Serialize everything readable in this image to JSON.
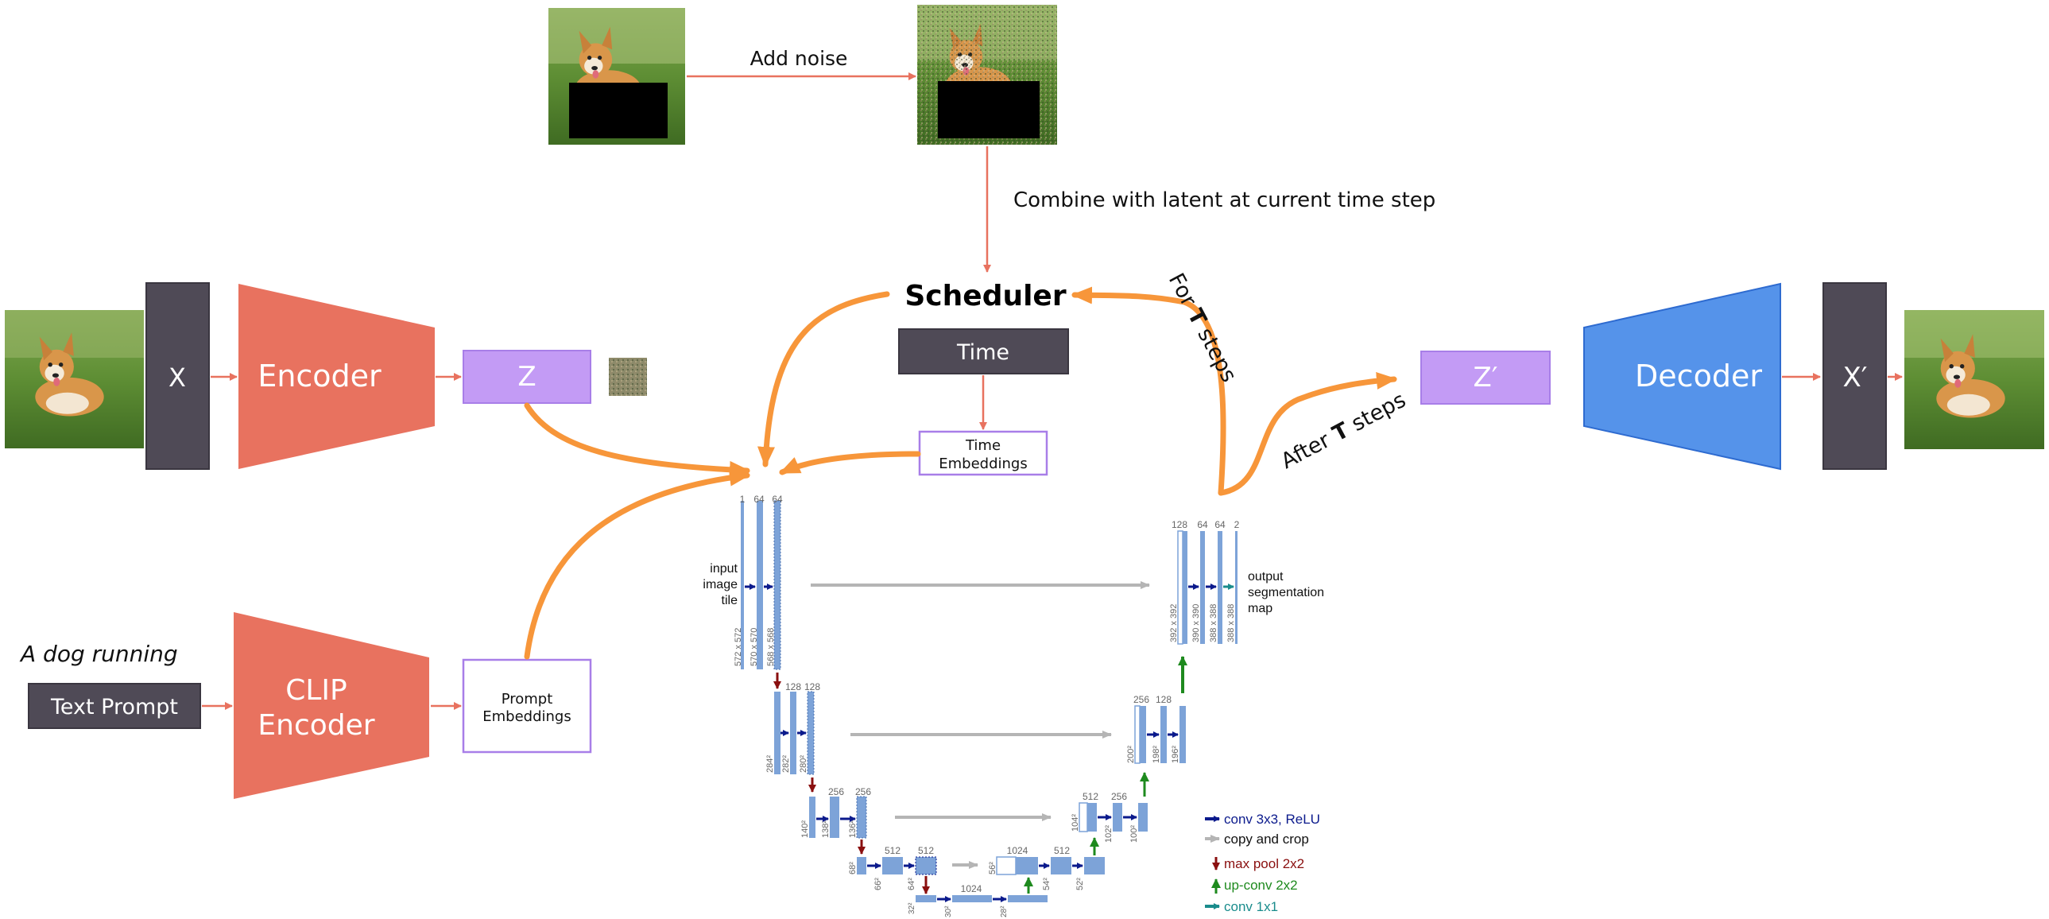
{
  "colors": {
    "salmon": "#E8725F",
    "dark_box": "#4F4A56",
    "purple": "#C39BF5",
    "purple_border": "#A87EE8",
    "blue": "#5593EA",
    "orange": "#F7963A",
    "unet_blue": "#7DA3D8",
    "unet_arrow": "#0B1A8C",
    "pool_red": "#8A0F0F",
    "upconv_green": "#1E8A1E",
    "gray_arrow": "#B5B5B5",
    "teal": "#1A8C8C"
  },
  "noise_step": {
    "add_noise": "Add noise",
    "combine": "Combine with latent at current time step"
  },
  "scheduler": {
    "title": "Scheduler",
    "time": "Time",
    "time_embeddings_line1": "Time",
    "time_embeddings_line2": "Embeddings",
    "for_t_steps_pre": "For ",
    "for_t_steps_bold": "T",
    "for_t_steps_post": " steps",
    "after_t_steps_pre": "After ",
    "after_t_steps_bold": "T",
    "after_t_steps_post": " steps"
  },
  "encoder_path": {
    "x_label": "X",
    "encoder": "Encoder",
    "z_label": "Z"
  },
  "decoder_path": {
    "z_prime": "Z′",
    "decoder": "Decoder",
    "x_prime": "X′"
  },
  "text_path": {
    "prompt": "A dog running",
    "text_prompt": "Text Prompt",
    "clip_line1": "CLIP",
    "clip_line2": "Encoder",
    "prompt_emb_line1": "Prompt",
    "prompt_emb_line2": "Embeddings"
  },
  "unet": {
    "input_line1": "input",
    "input_line2": "image",
    "input_line3": "tile",
    "output_line1": "output",
    "output_line2": "segmentation",
    "output_line3": "map",
    "ch": {
      "l1a": "1",
      "l1b": "64",
      "l1c": "64",
      "l2a": "128",
      "l2b": "128",
      "l3a": "256",
      "l3b": "256",
      "l4a": "512",
      "l4b": "512",
      "l5": "1024",
      "u4a": "1024",
      "u4b": "512",
      "u3a": "512",
      "u3b": "256",
      "u2a": "256",
      "u2b": "128",
      "u1a": "128",
      "u1b": "64",
      "u1c": "64",
      "u1d": "2"
    },
    "sz": {
      "l1a": "572 x 572",
      "l1b": "570 x 570",
      "l1c": "568 x 568",
      "l2a": "284²",
      "l2b": "282²",
      "l2c": "280²",
      "l3a": "140²",
      "l3b": "138²",
      "l3c": "136²",
      "l4a": "68²",
      "l4b": "66²",
      "l4c": "64²",
      "l5a": "32²",
      "l5b": "30²",
      "l5c": "28²",
      "u4a": "56²",
      "u4b": "54²",
      "u4c": "52²",
      "u3a": "104²",
      "u3b": "102²",
      "u3c": "100²",
      "u2a": "200²",
      "u2b": "198²",
      "u2c": "196²",
      "u1a": "392 x 392",
      "u1b": "390 x 390",
      "u1c": "388 x 388",
      "u1d": "388 x 388"
    },
    "legend": {
      "conv": "conv 3x3, ReLU",
      "copy": "copy and crop",
      "pool": "max pool 2x2",
      "upconv": "up-conv 2x2",
      "conv1": "conv 1x1"
    }
  }
}
